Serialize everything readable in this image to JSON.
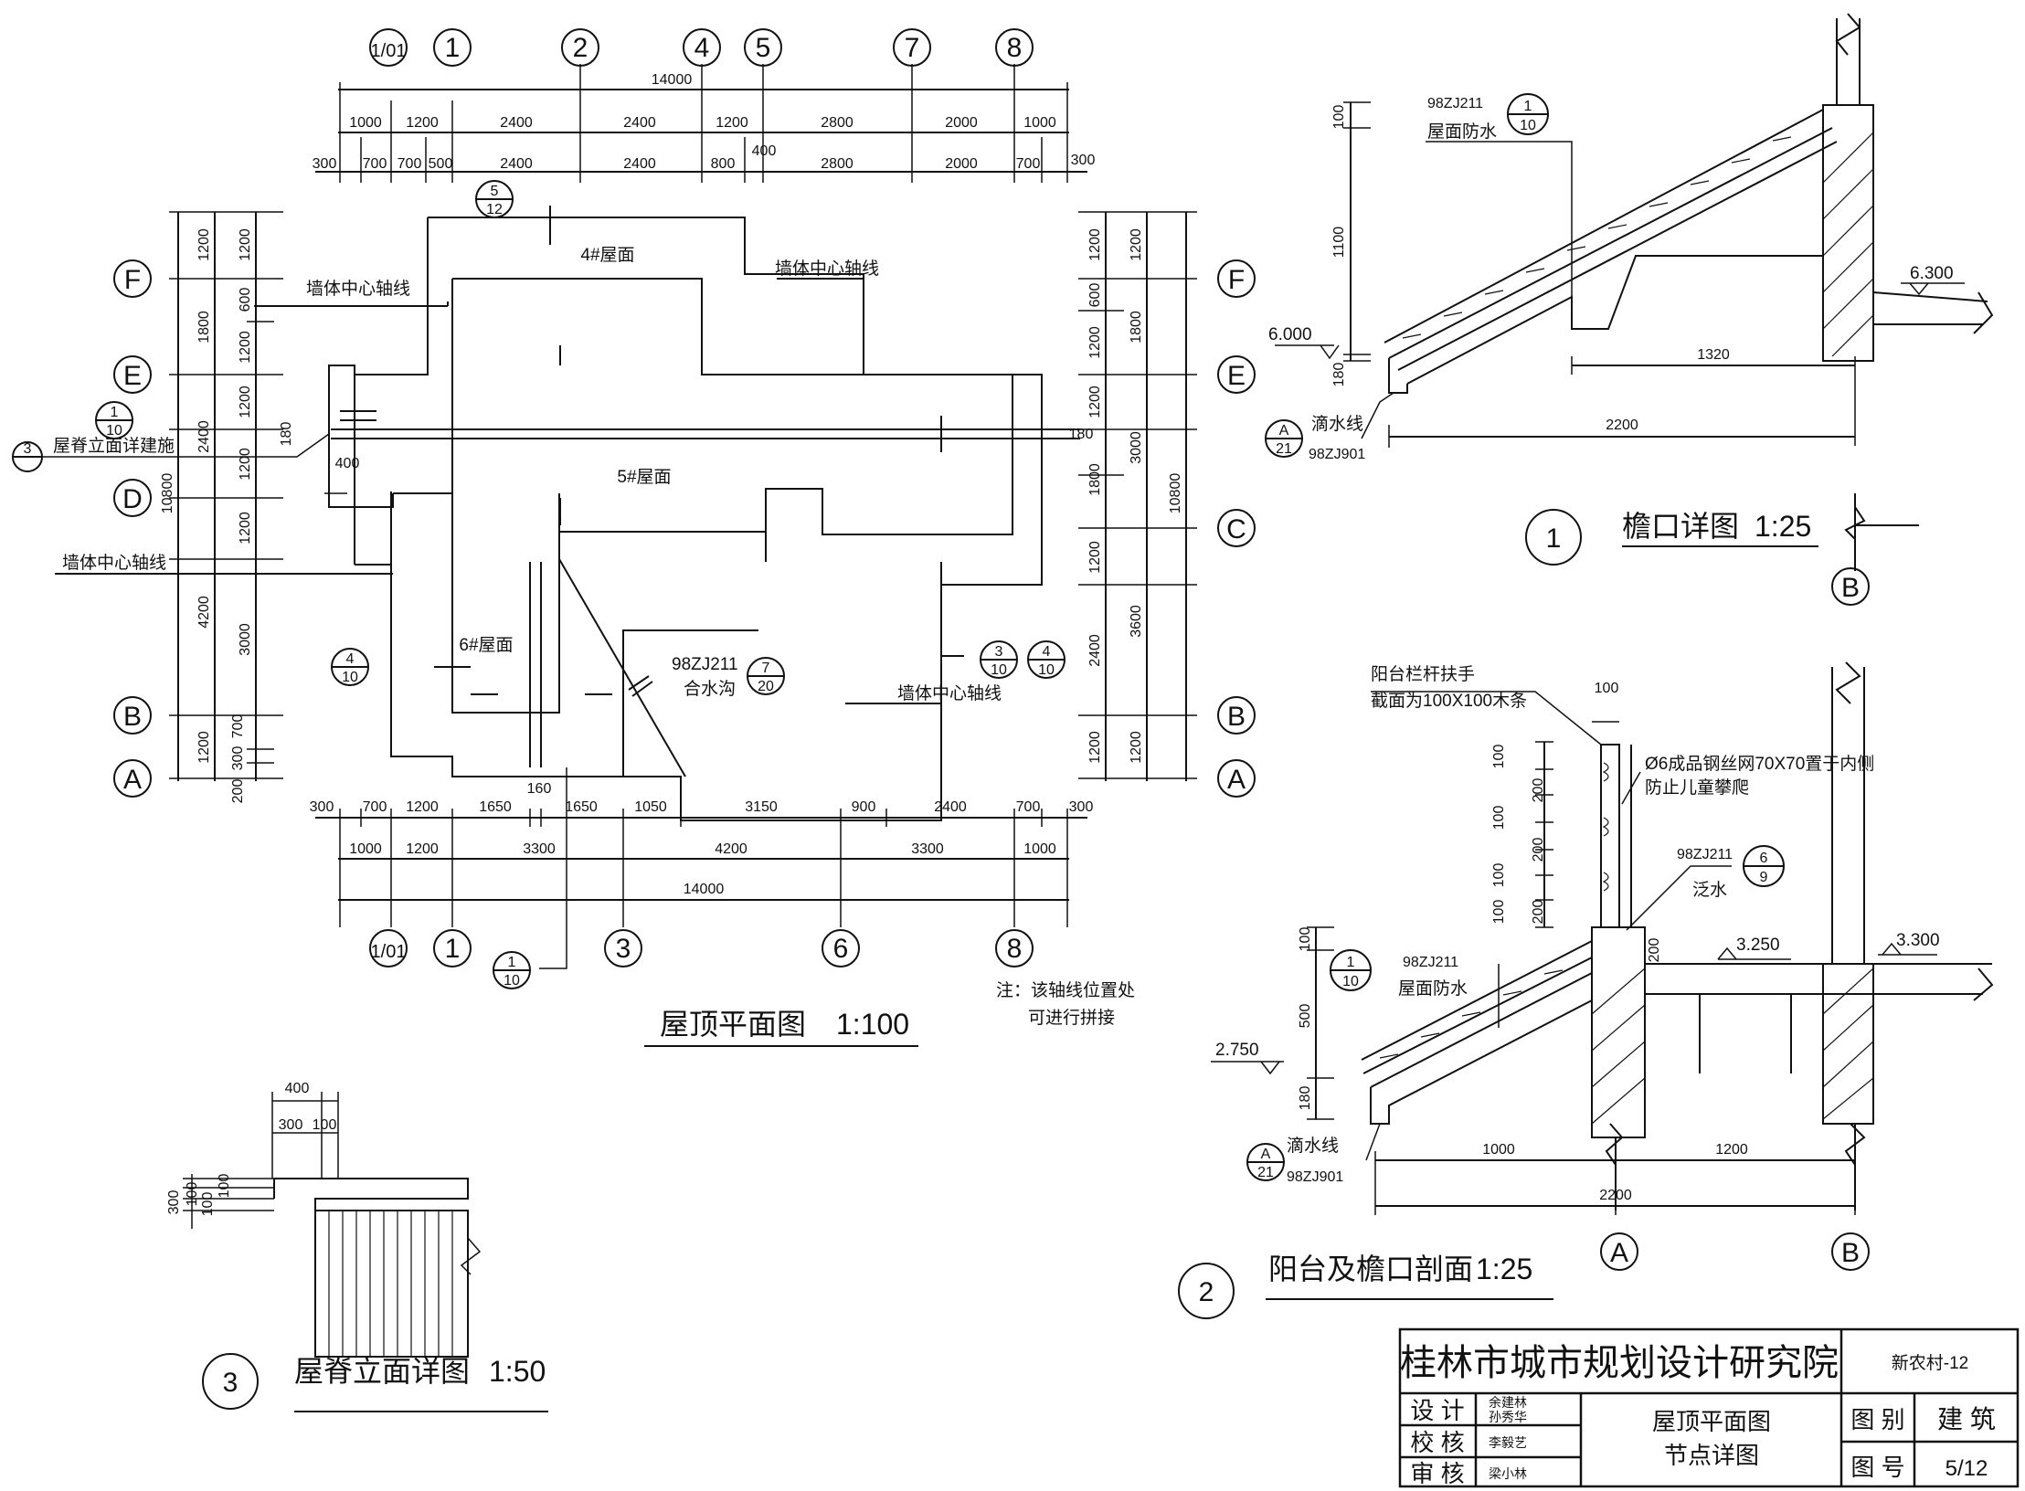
{
  "roof_plan": {
    "title": "屋顶平面图",
    "scale": "1:100",
    "top_axes": [
      "1/01",
      "1",
      "2",
      "4",
      "5",
      "7",
      "8"
    ],
    "bottom_axes": [
      "1/01",
      "1",
      "3",
      "6",
      "8"
    ],
    "left_axes": [
      "F",
      "E",
      "D",
      "B",
      "A"
    ],
    "right_axes": [
      "F",
      "E",
      "C",
      "B",
      "A"
    ],
    "dims_top_total": "14000",
    "dims_top_row1": [
      "1000",
      "1200",
      "2400",
      "2400",
      "1200",
      "2800",
      "2000",
      "1000"
    ],
    "dims_top_row2": [
      "300",
      "700",
      "700",
      "500",
      "2400",
      "2400",
      "800",
      "400",
      "2800",
      "2000",
      "700",
      "300"
    ],
    "dims_bottom_row1": [
      "300",
      "700",
      "1200",
      "1650",
      "160",
      "1650",
      "1050",
      "3150",
      "900",
      "2400",
      "700",
      "300"
    ],
    "dims_bottom_row2": [
      "1000",
      "1200",
      "3300",
      "4200",
      "3300",
      "1000"
    ],
    "dims_bottom_total": "14000",
    "dims_left_outer": [
      "1800",
      "2400",
      "10800",
      "4200"
    ],
    "dims_left_inner": [
      "1200",
      "1200",
      "600",
      "1200",
      "1200",
      "180",
      "1200",
      "1200",
      "3000",
      "700",
      "300",
      "200"
    ],
    "dims_left_extra": [
      "400"
    ],
    "dims_right_inner": [
      "1200",
      "600",
      "1200",
      "1200",
      "1800",
      "1200",
      "2400",
      "1200"
    ],
    "dims_right_outer": [
      "1200",
      "1800",
      "3000",
      "10800",
      "3600",
      "1200",
      "180"
    ],
    "labels": {
      "roof4": "4#屋面",
      "roof5": "5#屋面",
      "roof6": "6#屋面",
      "wall_axis_1": "墙体中心轴线",
      "wall_axis_2": "墙体中心轴线",
      "wall_axis_3": "墙体中心轴线",
      "wall_axis_4": "墙体中心轴线",
      "ridge_note": "屋脊立面详建施",
      "valley_ref": "98ZJ211",
      "valley": "合水沟",
      "note_1": "注：该轴线位置处",
      "note_2": "可进行拼接"
    },
    "refs": {
      "r_5_12": {
        "top": "5",
        "bot": "12"
      },
      "r_1_10_left": {
        "top": "1",
        "bot": "10"
      },
      "r_3": {
        "top": "3",
        "bot": ""
      },
      "r_4_10": {
        "top": "4",
        "bot": "10"
      },
      "r_7_20": {
        "top": "7",
        "bot": "20"
      },
      "r_3_10": {
        "top": "3",
        "bot": "10"
      },
      "r_4_10b": {
        "top": "4",
        "bot": "10"
      },
      "r_1_10_bottom": {
        "top": "1",
        "bot": "10"
      }
    }
  },
  "eave_detail": {
    "number": "1",
    "title": "檐口详图",
    "scale": "1:25",
    "std_ref": "98ZJ211",
    "roof_waterproof": "屋面防水",
    "ref_top": {
      "top": "1",
      "bot": "10"
    },
    "drip": "滴水线",
    "drip_std": "98ZJ901",
    "drip_ref": {
      "top": "A",
      "bot": "21"
    },
    "elev_1": "6.000",
    "elev_2": "6.300",
    "dims": [
      "100",
      "1100",
      "180",
      "1320",
      "2200"
    ],
    "axis": "B"
  },
  "balcony_section": {
    "number": "2",
    "title": "阳台及檐口剖面",
    "scale": "1:25",
    "handrail_1": "阳台栏杆扶手",
    "handrail_2": "截面为100X100木条",
    "mesh_1": "Ø6成品钢丝网70X70置于内侧",
    "mesh_2": "防止儿童攀爬",
    "std_ref_1": "98ZJ211",
    "flashing": "泛水",
    "ref_flash": {
      "top": "6",
      "bot": "9"
    },
    "std_ref_2": "98ZJ211",
    "roof_waterproof": "屋面防水",
    "ref_roof": {
      "top": "1",
      "bot": "10"
    },
    "drip": "滴水线",
    "drip_std": "98ZJ901",
    "drip_ref": {
      "top": "A",
      "bot": "21"
    },
    "elev_1": "2.750",
    "elev_2": "3.250",
    "elev_3": "3.300",
    "dims": [
      "100",
      "100",
      "200",
      "100",
      "100",
      "200",
      "100",
      "200",
      "200",
      "100",
      "500",
      "180",
      "1000",
      "1200",
      "2200"
    ],
    "axis_a": "A",
    "axis_b": "B"
  },
  "ridge_detail": {
    "number": "3",
    "title": "屋脊立面详图",
    "scale": "1:50",
    "dims": [
      "400",
      "300",
      "100",
      "300",
      "100",
      "100",
      "100"
    ]
  },
  "title_block": {
    "institute": "桂林市城市规划设计研究院",
    "project": "新农村-12",
    "design_label": "设 计",
    "design_names": [
      "余建林",
      "孙秀华"
    ],
    "check_label": "校 核",
    "check_name": "李毅艺",
    "review_label": "审 核",
    "review_name": "梁小林",
    "drawing_name_1": "屋顶平面图",
    "drawing_name_2": "节点详图",
    "category_label": "图 别",
    "category": "建 筑",
    "number_label": "图 号",
    "number": "5/12"
  }
}
